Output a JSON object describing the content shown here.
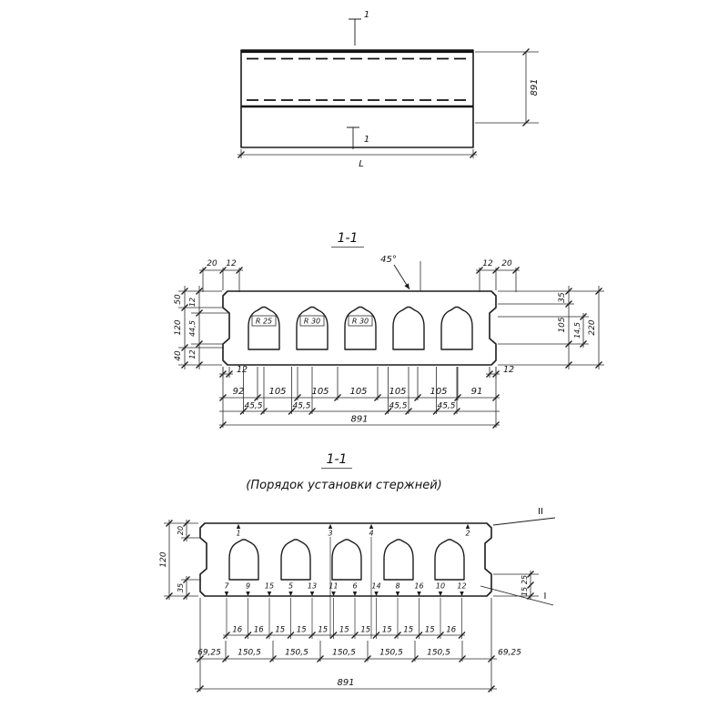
{
  "plan": {
    "mark_top": "1",
    "mark_bottom": "1",
    "dim_width": "891",
    "dim_length": "L"
  },
  "sec1": {
    "title": "1-1",
    "angle": "45°",
    "radius_1": "R 25",
    "radius_2": "R 30",
    "radius_3": "R 30",
    "top_left_1": "20",
    "top_left_2": "12",
    "top_right_1": "12",
    "top_right_2": "20",
    "left_a": [
      "50",
      "120",
      "40"
    ],
    "left_b": [
      "12",
      "44,5",
      "12"
    ],
    "right_a": [
      "35",
      "105"
    ],
    "right_b": "14,5",
    "right_total": "220",
    "lip_left": "12",
    "lip_right": "12",
    "widths": [
      "92",
      "105",
      "105",
      "105",
      "105",
      "105",
      "91"
    ],
    "halves": [
      "45,5",
      "45,5",
      "45,5",
      "45,5"
    ],
    "total": "891"
  },
  "sec2": {
    "title": "1-1",
    "subtitle": "(Порядок  установки  стержней)",
    "top_bars": [
      "1",
      "3",
      "4",
      "2"
    ],
    "bottom_bars": [
      "7",
      "9",
      "15",
      "5",
      "13",
      "11",
      "6",
      "14",
      "8",
      "16",
      "10",
      "12"
    ],
    "spacings": [
      "16",
      "16",
      "15",
      "15",
      "15",
      "15",
      "15",
      "15",
      "15",
      "15",
      "16"
    ],
    "groups": [
      "69,25",
      "150,5",
      "150,5",
      "150,5",
      "150,5",
      "150,5",
      "69,25"
    ],
    "total": "891",
    "left_height": "120",
    "left_top": "20",
    "left_bottom": "35",
    "right_top": "25",
    "right_bottom": "15",
    "ref_top": "II",
    "ref_bottom": "I"
  }
}
